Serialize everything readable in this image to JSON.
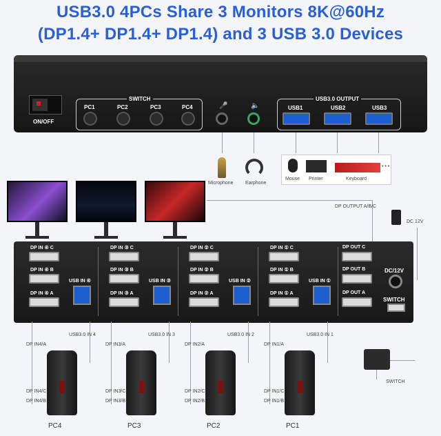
{
  "title": {
    "line1": "USB3.0 4PCs Share 3 Monitors 8K@60Hz",
    "line2": "(DP1.4+ DP1.4+ DP1.4) and 3 USB 3.0 Devices"
  },
  "front": {
    "onoff": "ON/OFF",
    "switch_title": "SWITCH",
    "pcs": [
      "PC1",
      "PC2",
      "PC3",
      "PC4"
    ],
    "usb_title": "USB3.0 OUTPUT",
    "usbs": [
      "USB1",
      "USB2",
      "USB3"
    ],
    "mic_label": "Microphone",
    "ear_label": "Earphone",
    "devices": [
      "Mouse",
      "Printer",
      "Keyboard"
    ],
    "ellipsis": "• • •"
  },
  "middle": {
    "dp_output": "DP OUTPUT A/B/C",
    "dc12v": "DC 12V"
  },
  "back": {
    "groups": [
      {
        "c": "DP IN ④ C",
        "b": "DP IN ④ B",
        "a": "DP IN ④ A",
        "usb": "USB IN ④"
      },
      {
        "c": "DP IN ③ C",
        "b": "DP IN ③ B",
        "a": "DP IN ③ A",
        "usb": "USB IN ③"
      },
      {
        "c": "DP IN ② C",
        "b": "DP IN ② B",
        "a": "DP IN ② A",
        "usb": "USB IN ②"
      },
      {
        "c": "DP IN ① C",
        "b": "DP IN ① B",
        "a": "DP IN ① A",
        "usb": "USB IN ①"
      }
    ],
    "out_c": "DP OUT C",
    "out_b": "DP OUT B",
    "out_a": "DP OUT A",
    "dc": "DC/12V",
    "switch": "SWITCH"
  },
  "bottom": {
    "pcs": [
      {
        "name": "PC4",
        "dpa": "DP IN4/A",
        "usb": "USB3.0 IN 4",
        "dpc": "DP IN4/C",
        "dpb": "DP IN4/B"
      },
      {
        "name": "PC3",
        "dpa": "DP IN3/A",
        "usb": "USB3.0 IN 3",
        "dpc": "DP IN3/C",
        "dpb": "DP IN3/B"
      },
      {
        "name": "PC2",
        "dpa": "DP IN2/A",
        "usb": "USB3.0 IN 2",
        "dpc": "DP IN2/C",
        "dpb": "DP IN2/B"
      },
      {
        "name": "PC1",
        "dpa": "DP IN1/A",
        "usb": "USB3.0 IN 1",
        "dpc": "DP IN1/C",
        "dpb": "DP IN1/B"
      }
    ],
    "switch_label": "SWITCH"
  }
}
